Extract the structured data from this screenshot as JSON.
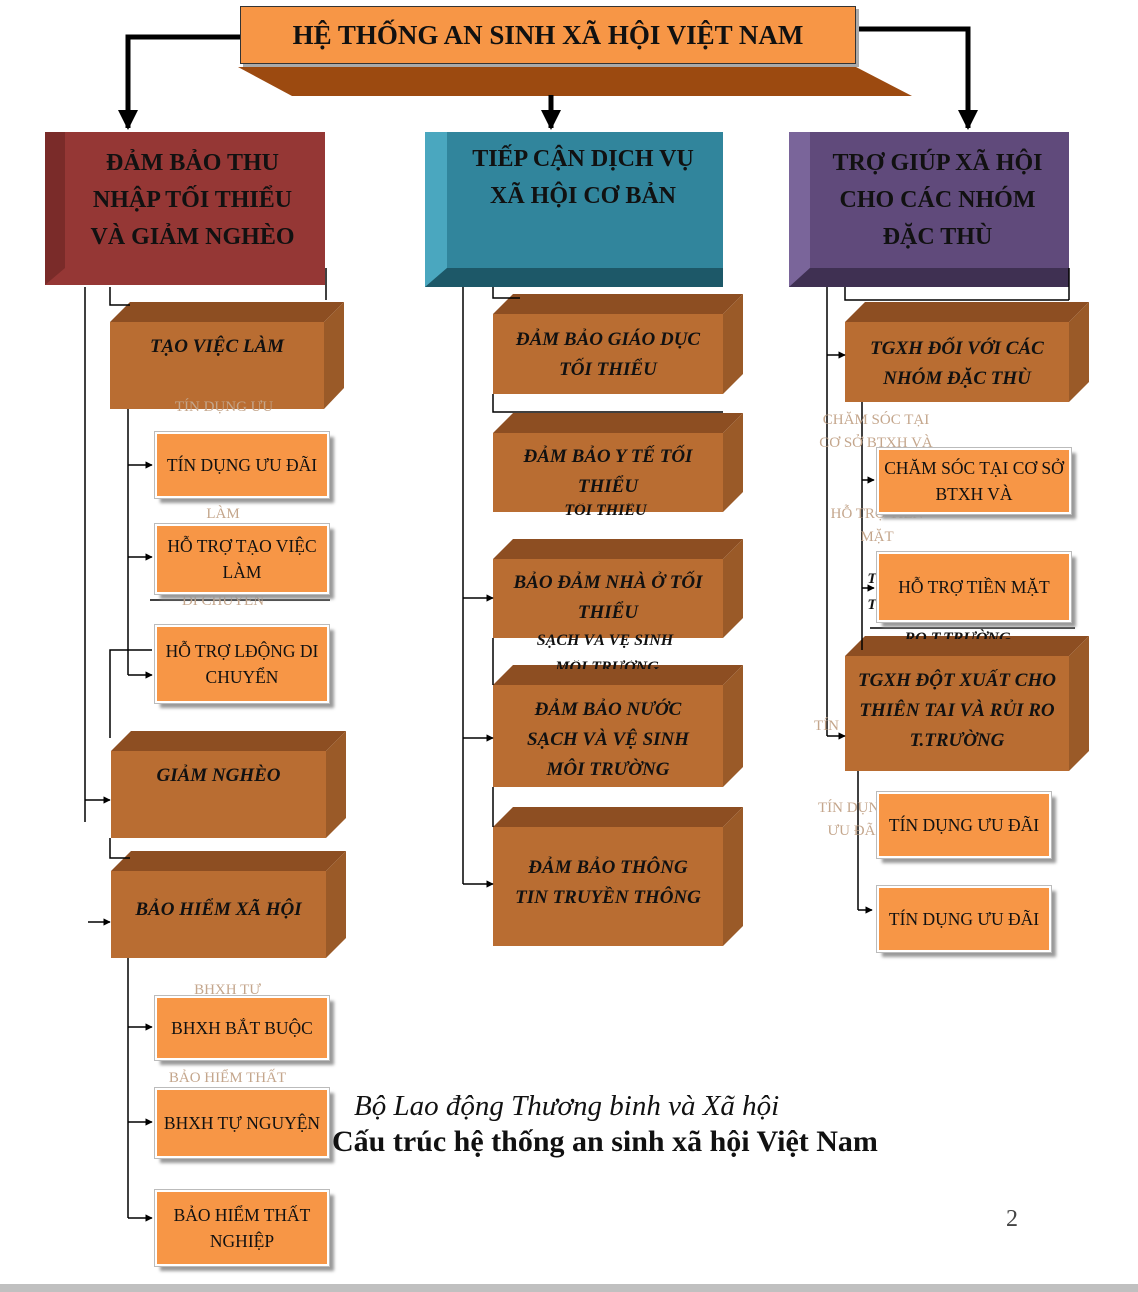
{
  "title": "HỆ THỐNG AN SINH XÃ HỘI VIỆT NAM",
  "colors": {
    "col1": "#953735",
    "col2": "#31859c",
    "col3": "#604a7b",
    "box": "#b96d32",
    "leaf": "#f79646"
  },
  "columns": [
    {
      "heading": [
        "ĐẢM BẢO THU",
        "NHẬP TỐI THIỂU",
        "VÀ GIẢM NGHÈO"
      ]
    },
    {
      "heading": [
        "TIẾP CẬN DỊCH VỤ",
        "XÃ HỘI CƠ BẢN"
      ]
    },
    {
      "heading": [
        "TRỢ GIÚP XÃ HỘI",
        "CHO CÁC NHÓM",
        "ĐẶC THÙ"
      ]
    }
  ],
  "col1": {
    "tao_viec_lam": "TẠO VIỆC LÀM",
    "leaves1": [
      "TÍN DỤNG ƯU ĐÃI",
      "HỖ TRỢ TẠO VIỆC LÀM",
      "HỖ TRỢ LĐỘNG DI CHUYỂN"
    ],
    "giam_ngheo": "GIẢM NGHÈO",
    "bao_hiem": "BẢO HIỂM XÃ HỘI",
    "leaves2": [
      "BHXH BẮT BUỘC",
      "BHXH TỰ NGUYỆN",
      "BẢO HIỂM THẤT NGHIỆP"
    ]
  },
  "col2": {
    "items": [
      "ĐẢM BẢO GIÁO DỤC TỐI THIỂU",
      "ĐẢM BẢO Y TẾ TỐI THIỂU",
      "BẢO ĐẢM NHÀ Ở TỐI THIỂU",
      "ĐẢM BẢO NƯỚC SẠCH VÀ VỆ SINH MÔI TRƯỜNG",
      "ĐẢM BẢO THÔNG TIN TRUYỀN THÔNG"
    ]
  },
  "col3": {
    "tgxh_dac_thu": "TGXH ĐỐI VỚI CÁC NHÓM ĐẶC THÙ",
    "leaves1": [
      "CHĂM SÓC TẠI CƠ SỞ BTXH VÀ",
      "HỖ TRỢ TIỀN MẶT"
    ],
    "tgxh_dot_xuat": "TGXH ĐỘT XUẤT CHO THIÊN TAI VÀ RỦI RO T.TRƯỜNG",
    "leaves2": [
      "TÍN DỤNG ƯU ĐÃI",
      "TÍN DỤNG ƯU ĐÃI"
    ]
  },
  "ghosts": {
    "g1": "TÍN DỤNG ƯU ĐÃI",
    "g2": "HỖ TRỢ TẠO VIỆC LÀM",
    "g3": "HỖ TRỢ LĐỘNG DI CHUYỂN",
    "g4": "BHXH TỰ",
    "g5": "BẢO HIỂM THẤT NGHIỆP",
    "g6": "CHĂM SÓC TẠI CƠ SỞ BTXH VÀ",
    "g7": "HỖ TRỢ TIỀN MẶT",
    "g8": "TÍN DỤNG ƯU ĐÃI",
    "g9": "TÍN",
    "g10": "RO T.TRƯỜNG",
    "g11": "TỐI THIỂU",
    "g12": "SẠCH VÀ VỆ SINH",
    "g13": "MÔI TRƯỜNG",
    "g14": "T",
    "g15": "T"
  },
  "caption": {
    "line1": "Bộ Lao động Thương binh và Xã hội",
    "line2": "Cấu trúc hệ thống an sinh xã hội Việt Nam"
  },
  "page_number": "2"
}
